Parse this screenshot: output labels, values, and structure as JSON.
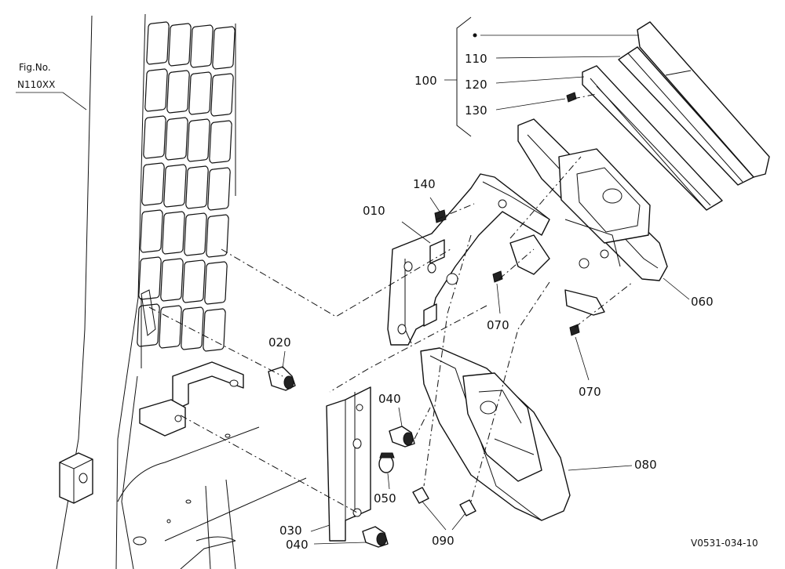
{
  "figure": {
    "fig_label": "Fig.No.",
    "fig_number": "N110XX",
    "drawing_code": "V0531-034-10"
  },
  "callouts": {
    "p010": "010",
    "p020": "020",
    "p030": "030",
    "p040a": "040",
    "p040b": "040",
    "p050": "050",
    "p060": "060",
    "p070a": "070",
    "p070b": "070",
    "p080": "080",
    "p090": "090",
    "p100": "100",
    "p110": "110",
    "p120": "120",
    "p130": "130",
    "p140": "140"
  }
}
